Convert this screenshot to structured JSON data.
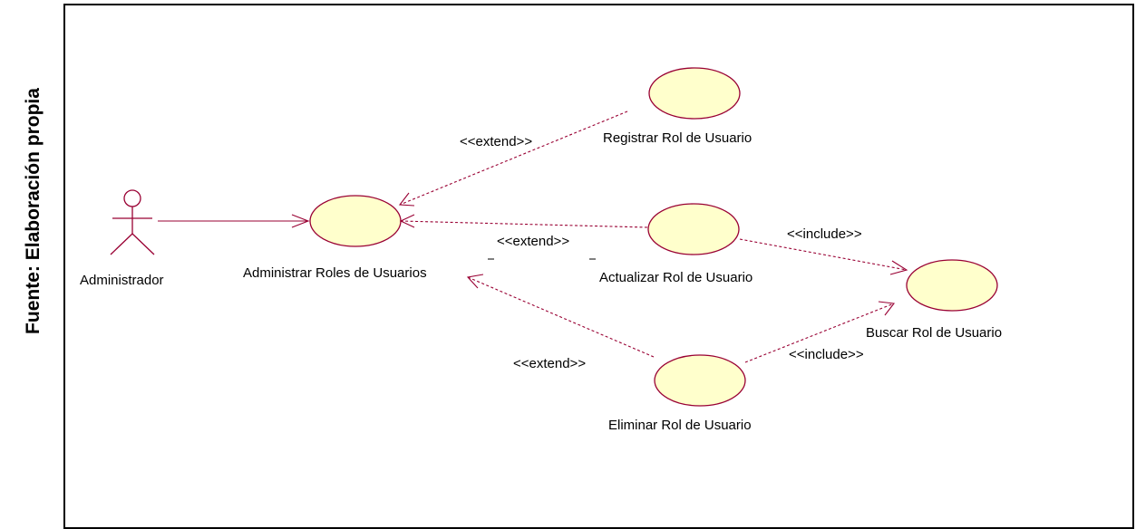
{
  "caption": "Fuente: Elaboración propia",
  "actor": {
    "name": "Administrador"
  },
  "use_cases": {
    "administrar": "Administrar Roles de Usuarios",
    "registrar": "Registrar Rol de Usuario",
    "actualizar": "Actualizar Rol de Usuario",
    "eliminar": "Eliminar Rol de Usuario",
    "buscar": "Buscar Rol de Usuario"
  },
  "relations": {
    "extend_registrar": "<<extend>>",
    "extend_actualizar": "<<extend>>",
    "extend_eliminar": "<<extend>>",
    "include_actualizar": "<<include>>",
    "include_eliminar": "<<include>>"
  },
  "colors": {
    "use_case_fill": "#ffffcc",
    "line": "#990033"
  }
}
